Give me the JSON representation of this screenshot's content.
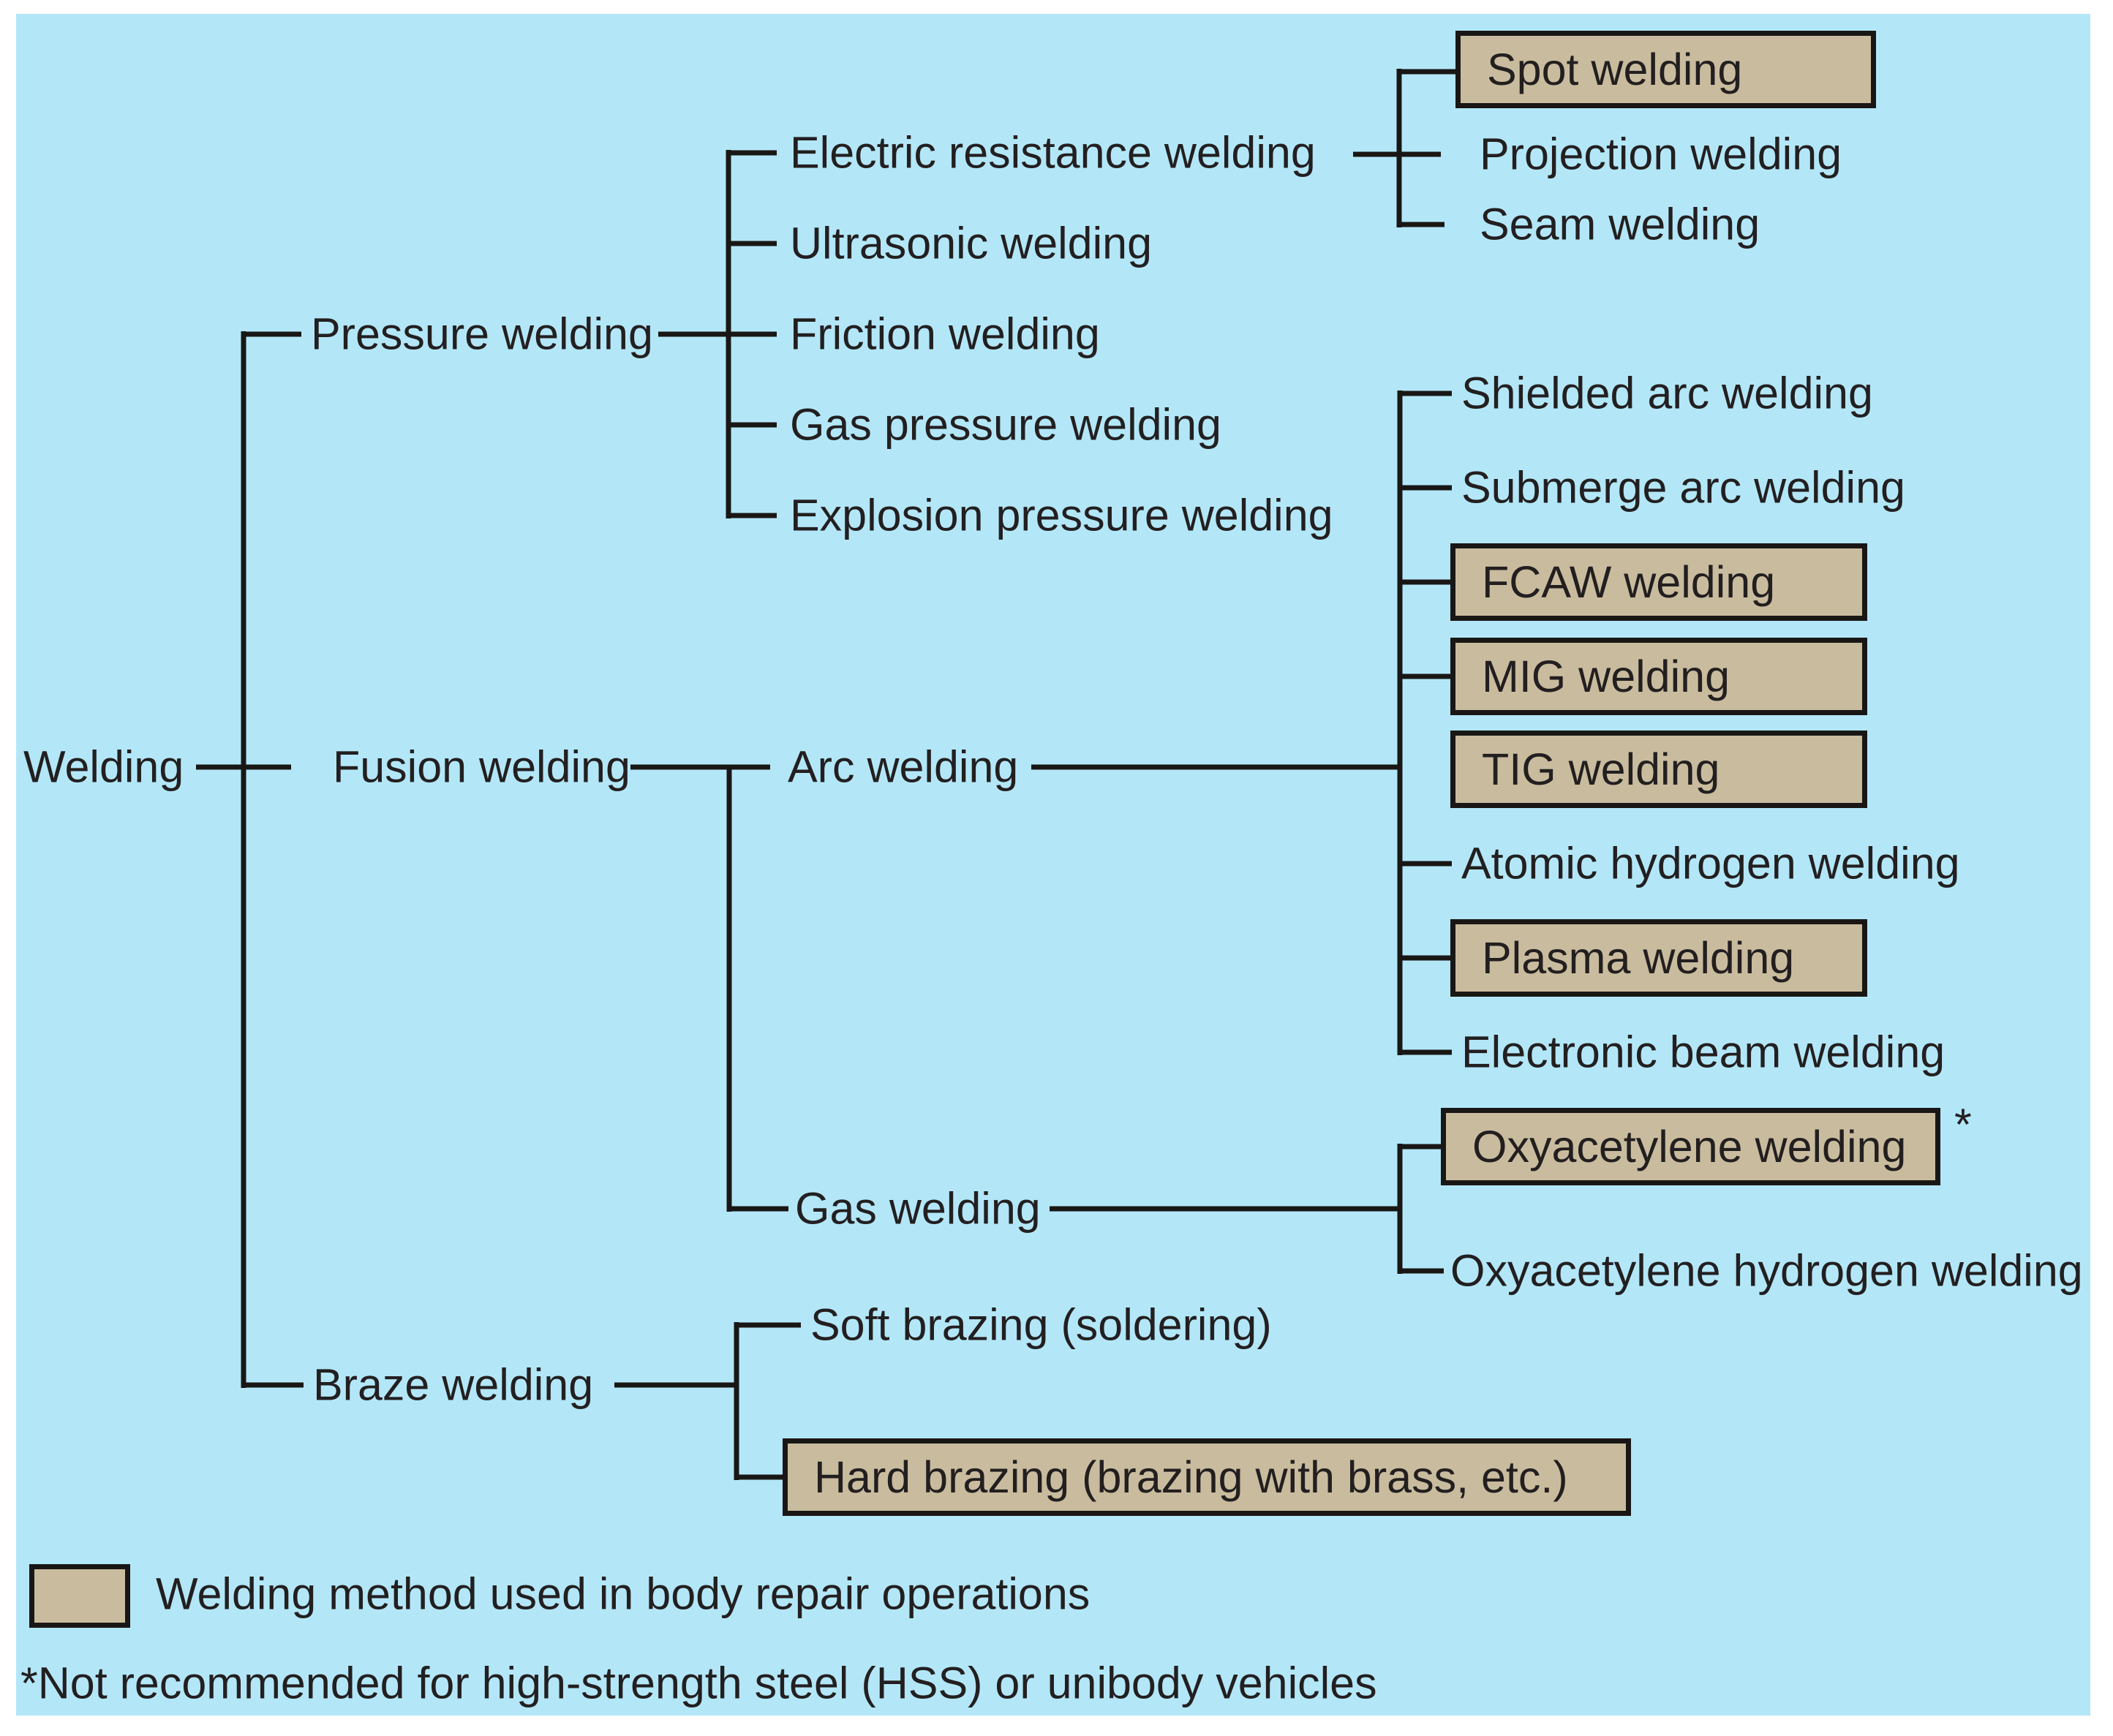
{
  "colors": {
    "page_background": "#ffffff",
    "panel_background": "#b3e7f8",
    "highlight_fill": "#c9bc9e",
    "line_color": "#191715",
    "text_color": "#231f20"
  },
  "nodes": {
    "root": "Welding",
    "pressure": "Pressure welding",
    "electric_resistance": "Electric resistance welding",
    "spot": "Spot welding",
    "projection": "Projection welding",
    "seam": "Seam welding",
    "ultrasonic": "Ultrasonic welding",
    "friction": "Friction welding",
    "gas_pressure": "Gas pressure welding",
    "explosion": "Explosion pressure welding",
    "fusion": "Fusion welding",
    "arc": "Arc welding",
    "shielded": "Shielded arc welding",
    "submerge": "Submerge arc welding",
    "fcaw": "FCAW welding",
    "mig": "MIG welding",
    "tig": "TIG welding",
    "atomic_hydrogen": "Atomic hydrogen welding",
    "plasma": "Plasma welding",
    "electronic_beam": "Electronic beam welding",
    "gas": "Gas welding",
    "oxyacetylene": "Oxyacetylene welding",
    "oxyacetylene_hydrogen": "Oxyacetylene hydrogen welding",
    "braze": "Braze welding",
    "soft_brazing": "Soft brazing (soldering)",
    "hard_brazing": "Hard brazing (brazing with brass, etc.)"
  },
  "structure": {
    "root": "Welding",
    "children": [
      {
        "label": "Pressure welding",
        "children": [
          {
            "label": "Electric resistance welding",
            "children": [
              {
                "label": "Spot welding",
                "highlighted": true
              },
              {
                "label": "Projection welding"
              },
              {
                "label": "Seam welding"
              }
            ]
          },
          {
            "label": "Ultrasonic welding"
          },
          {
            "label": "Friction welding"
          },
          {
            "label": "Gas pressure welding"
          },
          {
            "label": "Explosion pressure welding"
          }
        ]
      },
      {
        "label": "Fusion welding",
        "children": [
          {
            "label": "Arc welding",
            "children": [
              {
                "label": "Shielded arc welding"
              },
              {
                "label": "Submerge arc welding"
              },
              {
                "label": "FCAW welding",
                "highlighted": true
              },
              {
                "label": "MIG welding",
                "highlighted": true
              },
              {
                "label": "TIG welding",
                "highlighted": true
              },
              {
                "label": "Atomic hydrogen welding"
              },
              {
                "label": "Plasma welding",
                "highlighted": true
              },
              {
                "label": "Electronic beam welding"
              }
            ]
          },
          {
            "label": "Gas welding",
            "children": [
              {
                "label": "Oxyacetylene welding",
                "highlighted": true,
                "footnote_marker": "*"
              },
              {
                "label": "Oxyacetylene hydrogen welding"
              }
            ]
          }
        ]
      },
      {
        "label": "Braze welding",
        "children": [
          {
            "label": "Soft brazing (soldering)"
          },
          {
            "label": "Hard brazing (brazing with brass, etc.)",
            "highlighted": true
          }
        ]
      }
    ]
  },
  "legend": {
    "swatch_label": "Welding method used in body repair operations"
  },
  "footnote": {
    "marker": "*",
    "text": "*Not recommended for high-strength steel (HSS) or unibody vehicles"
  }
}
